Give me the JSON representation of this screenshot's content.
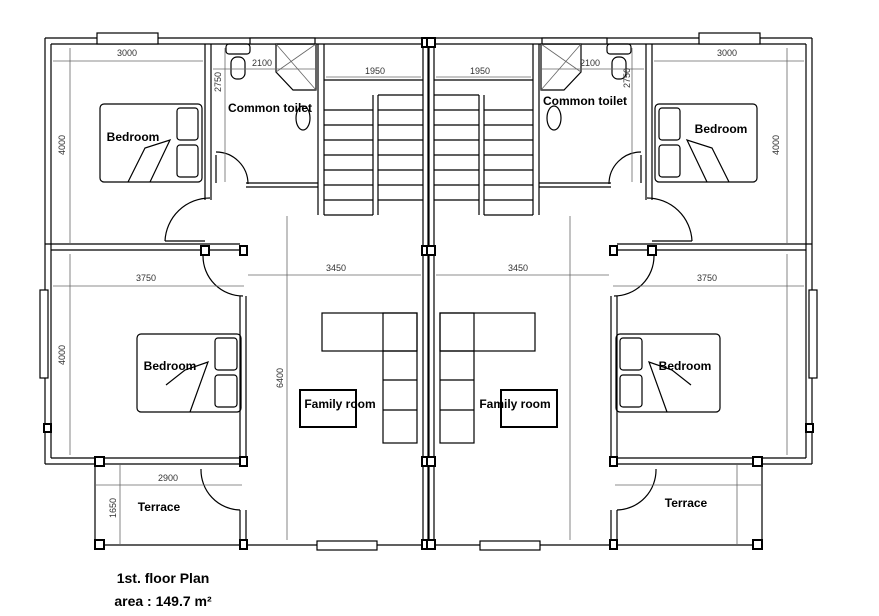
{
  "title": "1st. floor Plan",
  "area": "area : 149.7 m²",
  "rooms": {
    "left_bedroom_top": "Bedroom",
    "left_toilet": "Common toilet",
    "left_bedroom_bottom": "Bedroom",
    "left_family": "Family room",
    "left_terrace": "Terrace",
    "right_bedroom_top": "Bedroom",
    "right_toilet": "Common toilet",
    "right_bedroom_bottom": "Bedroom",
    "right_family": "Family room",
    "right_terrace": "Terrace"
  },
  "dimensions": {
    "l_bed_w": "3000",
    "l_toilet_w": "2100",
    "l_stair_w": "1950",
    "l_toilet_h": "2750",
    "l_bed_h": "4000",
    "l_bed2_w": "3750",
    "l_family_w": "3450",
    "l_bed2_h": "4000",
    "l_family_h": "6400",
    "l_terrace_w": "2900",
    "l_terrace_h": "1650",
    "r_bed_w": "3000",
    "r_toilet_w": "2100",
    "r_stair_w": "1950",
    "r_toilet_h": "2750",
    "r_bed_h": "4000",
    "r_family_w": "3450",
    "r_bed2_w": "3750"
  }
}
